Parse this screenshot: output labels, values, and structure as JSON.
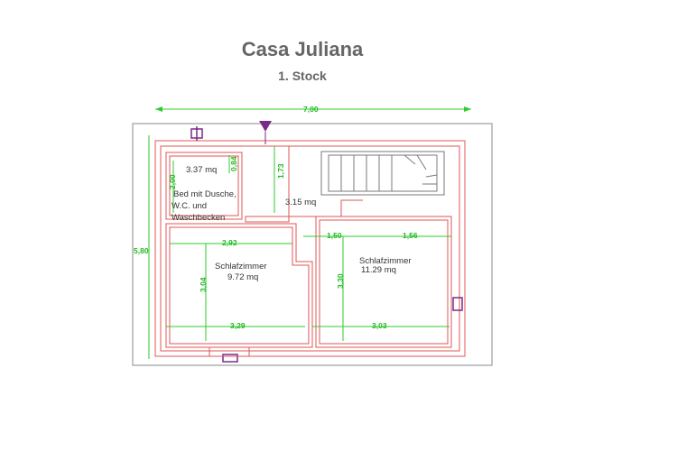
{
  "header": {
    "title": "Casa Juliana",
    "subtitle": "1. Stock"
  },
  "colors": {
    "wall": "#e05555",
    "dimension": "#2ecc2e",
    "outline": "#8a8a8a",
    "marker": "#7a2a8a",
    "text": "#333333"
  },
  "rooms": {
    "bath_area": "3.37 mq",
    "bath_name_1": "Bed mit Dusche,",
    "bath_name_2": "W.C. und",
    "bath_name_3": "Waschbecken",
    "hall_area": "3.15 mq",
    "bedroom_left_name": "Schlafzimmer",
    "bedroom_left_area": "9.72 mq",
    "bedroom_right_name": "Schlafzimmer",
    "bedroom_right_area": "11.29 mq"
  },
  "dimensions": {
    "total_width": "7,00",
    "total_height": "5,80",
    "bath_height": "2,00",
    "bath_window": "0,84",
    "hall_depth": "1,73",
    "left_room_width": "2,92",
    "left_room_height": "3,04",
    "right_col_1": "1,50",
    "right_col_2": "1,56",
    "right_room_height": "3,30",
    "bottom_left": "3,29",
    "bottom_right": "3,03"
  }
}
